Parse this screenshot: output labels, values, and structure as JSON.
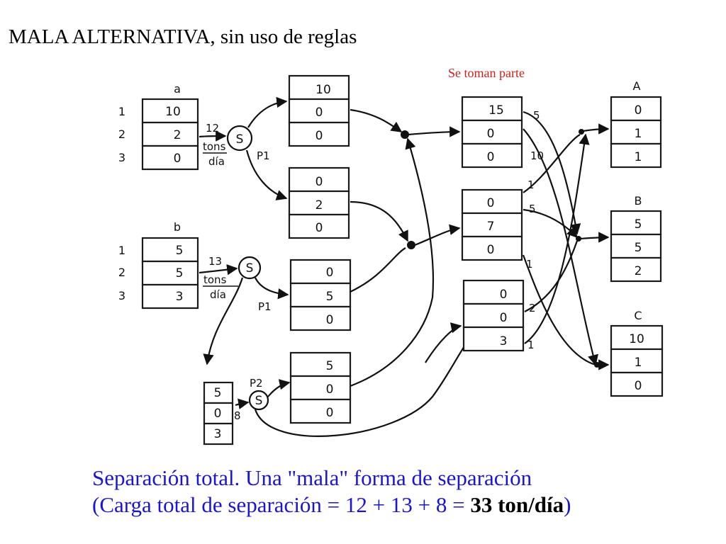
{
  "title": "MALA ALTERNATIVA, sin uso de reglas",
  "note": "Se toman parte",
  "caption": {
    "line1": "Separación total. Una \"mala\" forma de separación",
    "line2_prefix": "(Carga total de separación = 12 + 13 + 8 = ",
    "line2_bold": "33 ton/día",
    "line2_suffix": ")"
  },
  "rows": [
    "1",
    "2",
    "3"
  ],
  "sources": [
    {
      "name": "a",
      "values": [
        "10",
        "2",
        "0"
      ]
    },
    {
      "name": "b",
      "values": [
        "5",
        "5",
        "3"
      ]
    }
  ],
  "separators": [
    {
      "symbol": "S",
      "load": "12",
      "unit_top": "tons",
      "unit_bottom": "día",
      "tag": "P1"
    },
    {
      "symbol": "S",
      "load": "13",
      "unit_top": "tons",
      "unit_bottom": "día",
      "tag": "P1"
    },
    {
      "symbol": "S",
      "load": "8",
      "tag": "P2"
    }
  ],
  "split_streams": [
    {
      "values": [
        "10",
        "0",
        "0"
      ]
    },
    {
      "values": [
        "0",
        "2",
        "0"
      ]
    },
    {
      "values": [
        "0",
        "5",
        "0"
      ]
    },
    {
      "values": [
        "5",
        "0",
        "0"
      ]
    },
    {
      "values": [
        "5",
        "0",
        "3"
      ]
    }
  ],
  "mixed_streams": [
    {
      "values": [
        "15",
        "0",
        "0"
      ]
    },
    {
      "values": [
        "0",
        "7",
        "0"
      ]
    },
    {
      "values": [
        "0",
        "0",
        "3"
      ]
    }
  ],
  "products": [
    {
      "name": "A",
      "values": [
        "0",
        "1",
        "1"
      ]
    },
    {
      "name": "B",
      "values": [
        "5",
        "5",
        "2"
      ]
    },
    {
      "name": "C",
      "values": [
        "10",
        "1",
        "0"
      ]
    }
  ],
  "flow_labels": [
    "5",
    "10",
    "1",
    "5",
    "1",
    "2",
    "1"
  ]
}
